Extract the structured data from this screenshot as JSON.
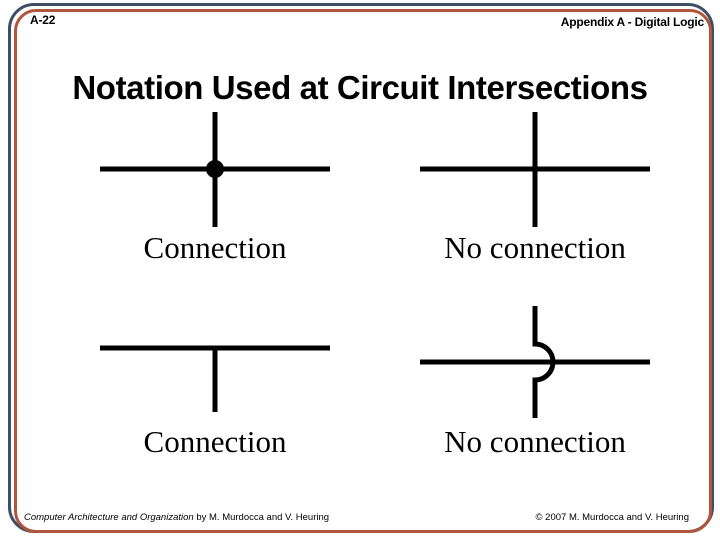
{
  "slide": {
    "number": "A-22",
    "section_header": "Appendix A - Digital Logic",
    "title": "Notation Used at Circuit Intersections"
  },
  "figures": [
    {
      "id": "crossing-with-dot",
      "icon": "circuit-junction-dot-icon",
      "caption": "Connection"
    },
    {
      "id": "crossing-plain",
      "icon": "circuit-crossing-plain-icon",
      "caption": "No connection"
    },
    {
      "id": "tee-junction",
      "icon": "circuit-tee-junction-icon",
      "caption": "Connection"
    },
    {
      "id": "crossing-hop",
      "icon": "circuit-wire-hop-icon",
      "caption": "No connection"
    }
  ],
  "footer": {
    "book_title": "Computer Architecture and Organization",
    "byline": " by M. Murdocca and V. Heuring",
    "copyright": "© 2007 M. Murdocca and V. Heuring"
  },
  "colors": {
    "frame_outer": "#3d4f63",
    "frame_inner": "#b0563c",
    "ink": "#000000",
    "background": "#ffffff"
  }
}
